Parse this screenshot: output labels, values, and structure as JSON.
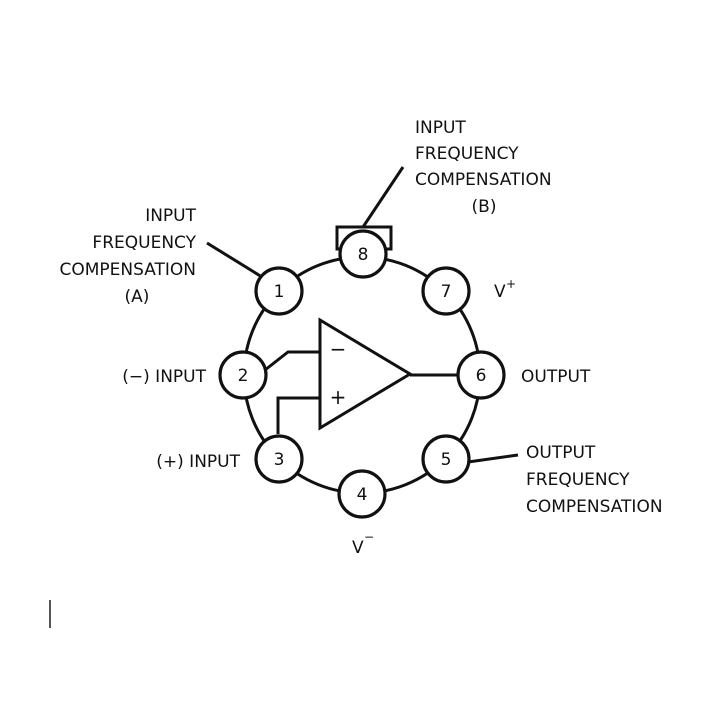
{
  "colors": {
    "ink": "#111111",
    "background": "#ffffff"
  },
  "pins": {
    "p1": "1",
    "p2": "2",
    "p3": "3",
    "p4": "4",
    "p5": "5",
    "p6": "6",
    "p7": "7",
    "p8": "8"
  },
  "labels": {
    "comp_a": [
      "INPUT",
      "FREQUENCY",
      "COMPENSATION",
      "(A)"
    ],
    "comp_b": [
      "INPUT",
      "FREQUENCY",
      "COMPENSATION",
      "(B)"
    ],
    "inverting_input": "(−) INPUT",
    "noninverting_input": "(+) INPUT",
    "output": "OUTPUT",
    "output_comp": [
      "OUTPUT",
      "FREQUENCY",
      "COMPENSATION"
    ],
    "v_plus_base": "V",
    "v_plus_sup": "+",
    "v_minus_base": "V",
    "v_minus_sup": "−"
  },
  "opamp": {
    "minus_sign": "−",
    "plus_sign": "+"
  }
}
